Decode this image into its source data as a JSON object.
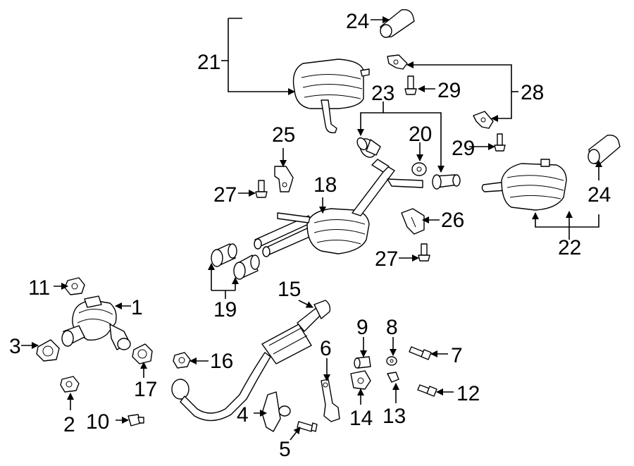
{
  "callouts": {
    "c1": "1",
    "c2": "2",
    "c3": "3",
    "c4": "4",
    "c5": "5",
    "c6": "6",
    "c7": "7",
    "c8": "8",
    "c9": "9",
    "c10": "10",
    "c11": "11",
    "c12": "12",
    "c13": "13",
    "c14": "14",
    "c15": "15",
    "c16": "16",
    "c17": "17",
    "c18": "18",
    "c19": "19",
    "c20": "20",
    "c21": "21",
    "c22": "22",
    "c23": "23",
    "c24a": "24",
    "c24b": "24",
    "c25": "25",
    "c26": "26",
    "c27a": "27",
    "c27b": "27",
    "c28": "28",
    "c29a": "29",
    "c29b": "29"
  }
}
